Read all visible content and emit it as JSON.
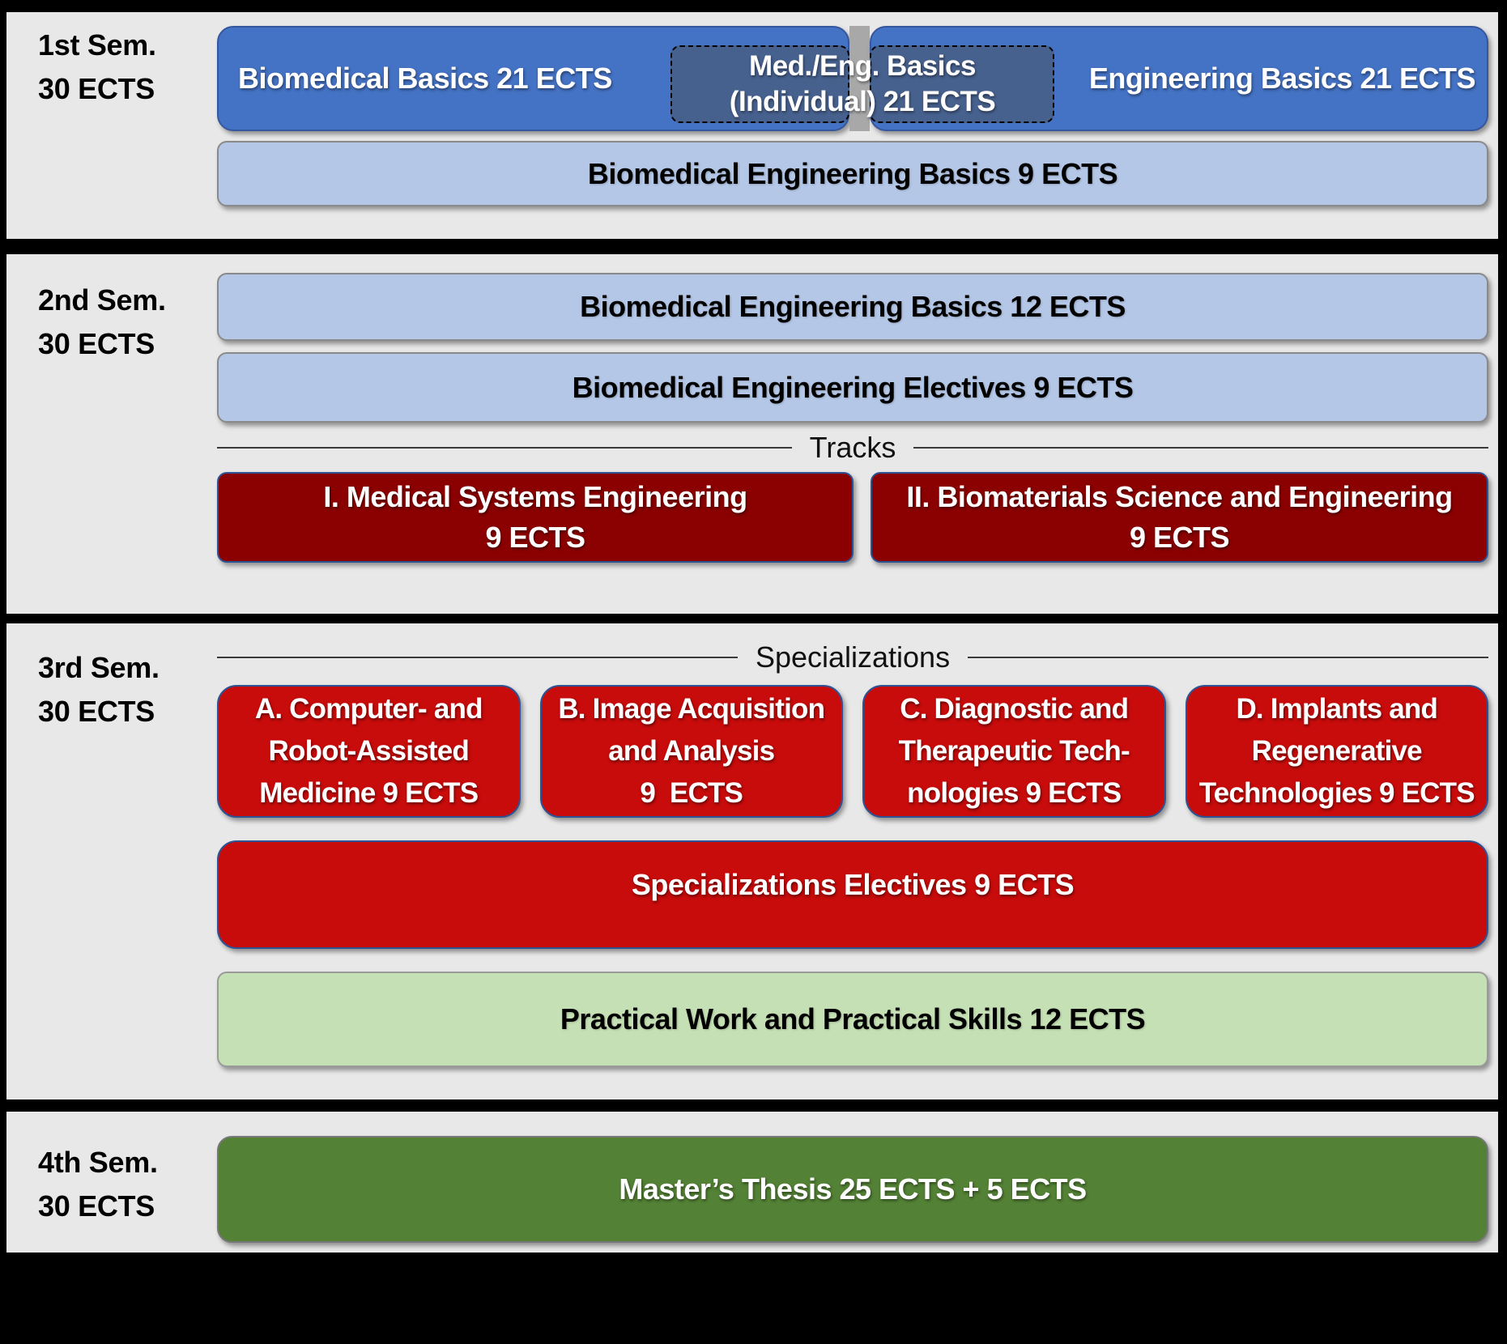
{
  "colors": {
    "page_bg": "#000000",
    "panel_bg": "#e8e8e8",
    "blue": "#4472c4",
    "slate_blue_dashed": "#47618e",
    "light_blue": "#b4c7e7",
    "maroon": "#8b0000",
    "red": "#c80b0b",
    "light_green": "#c5e0b4",
    "green": "#538135",
    "column_gap_gray": "#a8a8a8",
    "box_border_blue": "#2e5395"
  },
  "sem1": {
    "label": [
      "1st Sem.",
      "30 ECTS"
    ],
    "biomedical_basics": "Biomedical Basics 21 ECTS",
    "med_eng_basics": [
      "Med./Eng. Basics",
      "(Individual) 21 ECTS"
    ],
    "engineering_basics": "Engineering Basics 21 ECTS",
    "bme_basics": "Biomedical Engineering Basics 9 ECTS"
  },
  "sem2": {
    "label": [
      "2nd Sem.",
      "30 ECTS"
    ],
    "bme_basics": "Biomedical Engineering Basics 12 ECTS",
    "bme_electives": "Biomedical Engineering Electives 9 ECTS",
    "tracks_divider": "Tracks",
    "track_1": [
      "I. Medical Systems Engineering",
      "9 ECTS"
    ],
    "track_2": [
      "II. Biomaterials Science and Engineering",
      "9 ECTS"
    ]
  },
  "sem3": {
    "label": [
      "3rd Sem.",
      "30 ECTS"
    ],
    "spec_divider": "Specializations",
    "spec_a": [
      "A. Computer- and",
      "Robot-Assisted",
      "Medicine 9 ECTS"
    ],
    "spec_b": [
      "B. Image Acquisition",
      "and Analysis",
      "9  ECTS"
    ],
    "spec_c": [
      "C. Diagnostic and",
      "Therapeutic Tech-",
      "nologies 9 ECTS"
    ],
    "spec_d": [
      "D. Implants and",
      "Regenerative",
      "Technologies 9 ECTS"
    ],
    "spec_electives": "Specializations Electives 9 ECTS",
    "practical": "Practical Work and Practical Skills 12 ECTS"
  },
  "sem4": {
    "label": [
      "4th Sem.",
      "30 ECTS"
    ],
    "thesis": "Master’s Thesis 25 ECTS + 5 ECTS"
  }
}
